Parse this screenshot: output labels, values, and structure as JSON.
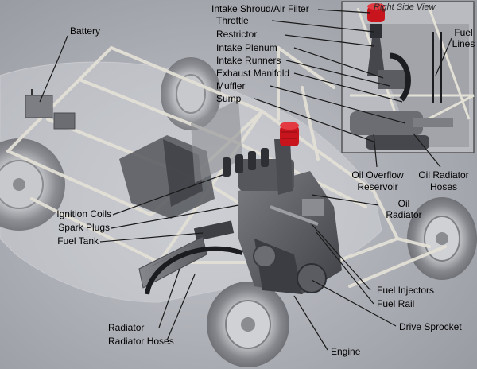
{
  "inset": {
    "title": "Right Side View"
  },
  "labels": {
    "battery": "Battery",
    "intake_shroud": "Intake Shroud/Air Filter",
    "throttle": "Throttle",
    "restrictor": "Restrictor",
    "intake_plenum": "Intake Plenum",
    "intake_runners": "Intake Runners",
    "exhaust_manifold": "Exhaust Manifold",
    "muffler": "Muffler",
    "sump": "Sump",
    "fuel_lines_1": "Fuel",
    "fuel_lines_2": "Lines",
    "oil_overflow_1": "Oil Overflow",
    "oil_overflow_2": "Reservoir",
    "oil_radiator_hoses_1": "Oil Radiator",
    "oil_radiator_hoses_2": "Hoses",
    "oil_radiator_1": "Oil",
    "oil_radiator_2": "Radiator",
    "ignition_coils": "Ignition Coils",
    "spark_plugs": "Spark Plugs",
    "fuel_tank": "Fuel Tank",
    "fuel_injectors": "Fuel Injectors",
    "fuel_rail": "Fuel Rail",
    "drive_sprocket": "Drive Sprocket",
    "radiator": "Radiator",
    "radiator_hoses": "Radiator Hoses",
    "engine": "Engine"
  },
  "colors": {
    "background": "#a9abb3",
    "frame_tube": "#e3e0d6",
    "tire": "#8f9196",
    "air_filter_red": "#c8141c",
    "leader_line": "#1a1a1a",
    "inset_frame": "#555555"
  }
}
